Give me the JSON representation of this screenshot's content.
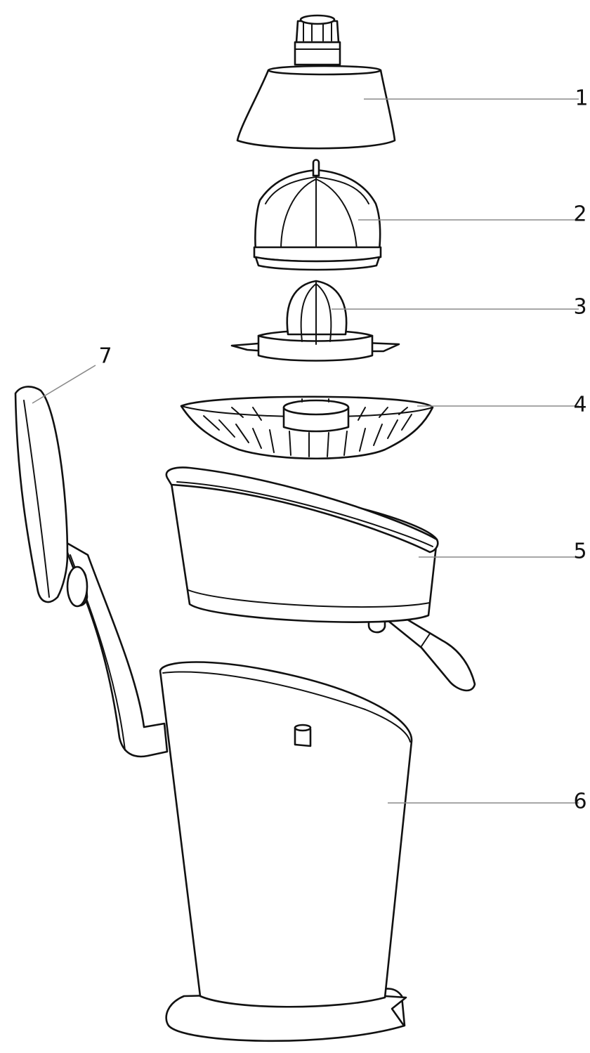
{
  "parts": [
    {
      "id": "part-1",
      "label": "1"
    },
    {
      "id": "part-2",
      "label": "2"
    },
    {
      "id": "part-3",
      "label": "3"
    },
    {
      "id": "part-4",
      "label": "4"
    },
    {
      "id": "part-5",
      "label": "5"
    },
    {
      "id": "part-6",
      "label": "6"
    },
    {
      "id": "part-7",
      "label": "7"
    }
  ],
  "colors": {
    "outline": "#111111",
    "leader": "#8a8a8a",
    "fill": "#ffffff"
  }
}
